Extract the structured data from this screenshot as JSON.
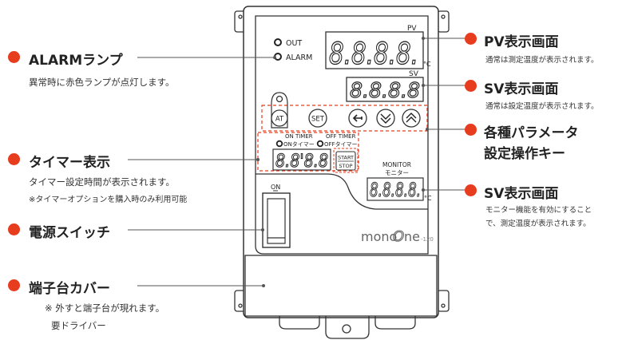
{
  "labels": {
    "alarm": {
      "title": "ALARMランプ",
      "desc": "異常時に赤色ランプが点灯します。"
    },
    "timer": {
      "title": "タイマー表示",
      "desc": "タイマー設定時間が表示されます。",
      "note": "※タイマーオプションを購入時のみ利用可能"
    },
    "power": {
      "title": "電源スイッチ"
    },
    "terminal": {
      "title": "端子台カバー",
      "note1": "※ 外すと端子台が現れます。",
      "note2": "要ドライバー"
    },
    "pv": {
      "title": "PV表示画面",
      "desc": "通常は測定温度が表示されます。"
    },
    "sv": {
      "title": "SV表示画面",
      "desc": "通常は設定温度が表示されます。"
    },
    "keys": {
      "title1": "各種パラメータ",
      "title2": "設定操作キー"
    },
    "monitor": {
      "title": "SV表示画面",
      "desc1": "モニター機能を有効にすること",
      "desc2": "で、測定温度が表示されます。"
    }
  },
  "device": {
    "lamp_out": "OUT",
    "lamp_alarm": "ALARM",
    "pv_tag": "PV",
    "sv_tag": "SV",
    "unit_c": "°C",
    "pv_digits": "8.8.8.8.",
    "sv_digits": "8.8.8.8",
    "timer_digits": "8.8'8.8",
    "monitor_digits": "8.8.8.8.",
    "btn_at": "AT",
    "btn_set": "SET",
    "on_timer": "ON TIMER",
    "on_timer_jp": "ONタイマー",
    "off_timer": "OFF TIMER",
    "off_timer_jp": "OFFタイマー",
    "start": "START",
    "stop": "STOP",
    "monitor_en": "MONITOR",
    "monitor_jp": "モニター",
    "switch_on": "ON",
    "brand": "mono",
    "brand_o": "O",
    "brand_ne": "ne",
    "model": "-120"
  },
  "colors": {
    "accent": "#e73c1e",
    "outline": "#333333",
    "dashed": "#e73c1e"
  }
}
